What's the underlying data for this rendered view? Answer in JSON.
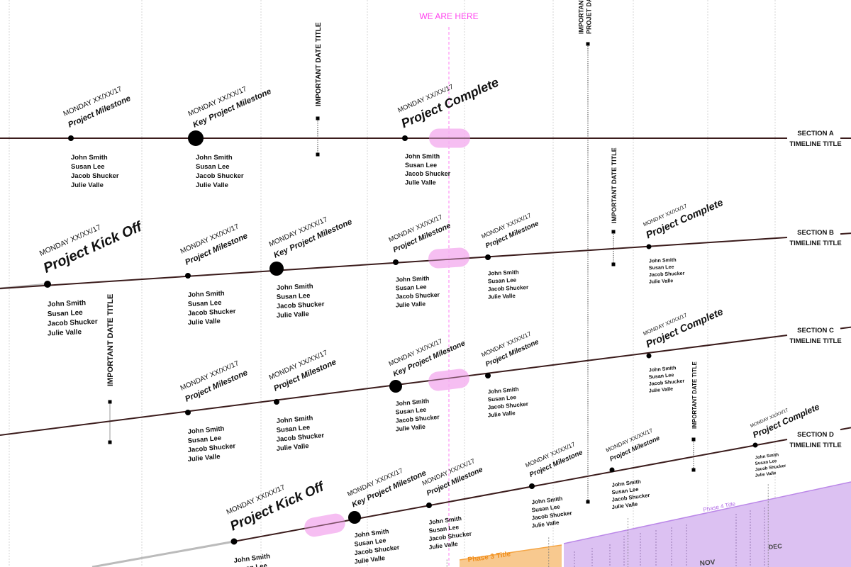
{
  "we_are_here": "WE ARE HERE",
  "colors": {
    "timeline": "#3b1c1c",
    "we_are_here": "#ff44ee",
    "pill": "#f5b3f0",
    "phase3": "#f8c98f",
    "phase3_text": "#f08c18",
    "phase4": "#dcc1f2",
    "phase4_text": "#b16ae6"
  },
  "sections": [
    {
      "label_line1": "SECTION A",
      "label_line2": "TIMELINE TITLE",
      "milestones": [
        {
          "date": "MONDAY XX/XX/17",
          "title": "Project Milestone",
          "people": [
            "John Smith",
            "Susan Lee",
            "Jacob Shucker",
            "Julie Valle"
          ]
        },
        {
          "date": "MONDAY XX/XX/17",
          "title": "Key Project Milestone",
          "people": [
            "John Smith",
            "Susan Lee",
            "Jacob Shucker",
            "Julie Valle"
          ]
        },
        {
          "date": "MONDAY XX/XX/17",
          "title": "Project Complete",
          "people": [
            "John Smith",
            "Susan Lee",
            "Jacob Shucker",
            "Julie Valle"
          ]
        }
      ]
    },
    {
      "label_line1": "SECTION B",
      "label_line2": "TIMELINE TITLE",
      "milestones": [
        {
          "date": "MONDAY XX/XX/17",
          "title": "Project Kick Off",
          "people": [
            "John Smith",
            "Susan Lee",
            "Jacob Shucker",
            "Julie Valle"
          ]
        },
        {
          "date": "MONDAY XX/XX/17",
          "title": "Project Milestone",
          "people": [
            "John Smith",
            "Susan Lee",
            "Jacob Shucker",
            "Julie Valle"
          ]
        },
        {
          "date": "MONDAY XX/XX/17",
          "title": "Key Project Milestone",
          "people": [
            "John Smith",
            "Susan Lee",
            "Jacob Shucker",
            "Julie Valle"
          ]
        },
        {
          "date": "MONDAY XX/XX/17",
          "title": "Project Milestone",
          "people": [
            "John Smith",
            "Susan Lee",
            "Jacob Shucker",
            "Julie Valle"
          ]
        },
        {
          "date": "MONDAY XX/XX/17",
          "title": "Project Milestone",
          "people": [
            "John Smith",
            "Susan Lee",
            "Jacob Shucker",
            "Julie Valle"
          ]
        },
        {
          "date": "MONDAY XX/XX/17",
          "title": "Project Complete",
          "people": [
            "John Smith",
            "Susan Lee",
            "Jacob Shucker",
            "Julie Valle"
          ]
        }
      ]
    },
    {
      "label_line1": "SECTION C",
      "label_line2": "TIMELINE TITLE",
      "milestones": [
        {
          "date": "",
          "title": "ck Off",
          "people": []
        },
        {
          "date": "MONDAY XX/XX/17",
          "title": "Project Milestone",
          "people": [
            "John Smith",
            "Susan Lee",
            "Jacob Shucker",
            "Julie Valle"
          ]
        },
        {
          "date": "MONDAY XX/XX/17",
          "title": "Project Milestone",
          "people": [
            "John Smith",
            "Susan Lee",
            "Jacob Shucker",
            "Julie Valle"
          ]
        },
        {
          "date": "MONDAY XX/XX/17",
          "title": "Key Project Milestone",
          "people": [
            "John Smith",
            "Susan Lee",
            "Jacob Shucker",
            "Julie Valle"
          ]
        },
        {
          "date": "MONDAY XX/XX/17",
          "title": "Project Milestone",
          "people": [
            "John Smith",
            "Susan Lee",
            "Jacob Shucker",
            "Julie Valle"
          ]
        },
        {
          "date": "MONDAY XX/XX/17",
          "title": "Project Complete",
          "people": [
            "John Smith",
            "Susan Lee",
            "Jacob Shucker",
            "Julie Valle"
          ]
        }
      ]
    },
    {
      "label_line1": "SECTION D",
      "label_line2": "TIMELINE TITLE",
      "milestones": [
        {
          "date": "MONDAY XX/XX/17",
          "title": "Project Kick Off",
          "people": [
            "John Smith",
            "Susan Lee"
          ]
        },
        {
          "date": "MONDAY XX/XX/17",
          "title": "Key Project Milestone",
          "people": [
            "John Smith",
            "Susan Lee",
            "Jacob Shucker",
            "Julie Valle"
          ]
        },
        {
          "date": "MONDAY XX/XX/17",
          "title": "Project Milestone",
          "people": [
            "John Smith",
            "Susan Lee",
            "Jacob Shucker",
            "Julie Valle"
          ]
        },
        {
          "date": "MONDAY XX/XX/17",
          "title": "Project Milestone",
          "people": [
            "John Smith",
            "Susan Lee",
            "Jacob Shucker",
            "Julie Valle"
          ]
        },
        {
          "date": "MONDAY XX/XX/17",
          "title": "Project Milestone",
          "people": [
            "John Smith",
            "Susan Lee",
            "Jacob Shucker",
            "Julie Valle"
          ]
        },
        {
          "date": "MONDAY XX/XX/17",
          "title": "Project Complete",
          "people": [
            "John Smith",
            "Susan Lee",
            "Jacob Shucker",
            "Julie Valle"
          ]
        }
      ]
    }
  ],
  "important_dates": [
    {
      "lines": [
        "IMPORTANT DATE TITLE"
      ]
    },
    {
      "lines": [
        "IMPORTANT",
        "PROJET DA"
      ]
    },
    {
      "lines": [
        "IMPORTANT DATE TITLE"
      ]
    },
    {
      "lines": [
        "IMPORTANT DATE TITLE"
      ]
    },
    {
      "lines": [
        "IMPORTANT DATE TITLE"
      ]
    }
  ],
  "phases": [
    {
      "title": "Phase 3 Title"
    },
    {
      "title": "Phase 4 Title"
    }
  ],
  "months": [
    "NOV",
    "DEC"
  ]
}
